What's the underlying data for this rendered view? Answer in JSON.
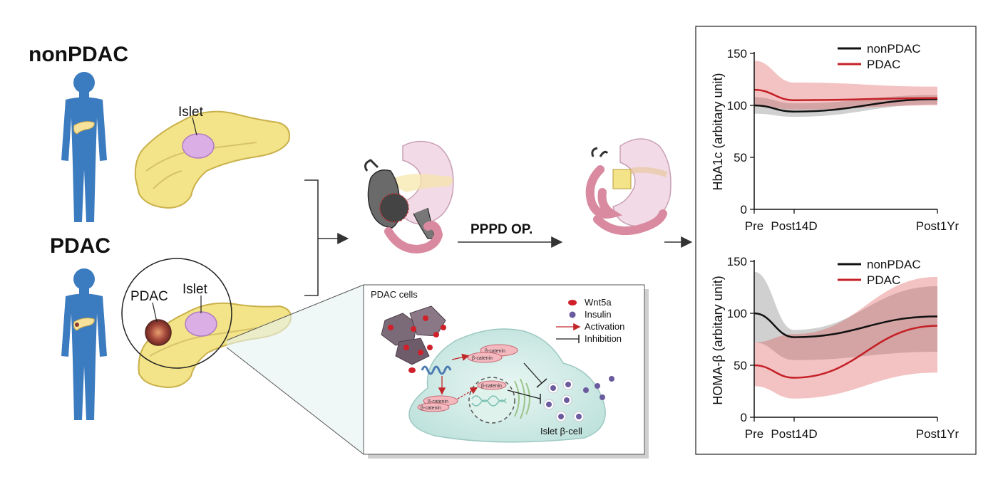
{
  "labels": {
    "nonpdac_title": "nonPDAC",
    "pdac_title": "PDAC",
    "islet_top": "Islet",
    "islet_bottom": "Islet",
    "pdac_tumor": "PDAC",
    "procedure": "PPPD OP."
  },
  "inset": {
    "title": "PDAC cells",
    "legend": [
      {
        "label": "Wnt5a",
        "color": "#d0202a"
      },
      {
        "label": "Insulin",
        "color": "#6a5a9e"
      },
      {
        "label": "Activation",
        "color": "#c0282a"
      },
      {
        "label": "Inhibition",
        "color": "#222222"
      }
    ],
    "beta_catenin": "β-catenin",
    "cell_label": "Islet β-cell"
  },
  "charts": {
    "legend": [
      "nonPDAC",
      "PDAC"
    ],
    "colors": {
      "nonPDAC": "#111111",
      "PDAC": "#c42026"
    },
    "x_ticks": [
      "Pre",
      "Post14D",
      "Post1Yr"
    ]
  },
  "chart_data": [
    {
      "type": "line",
      "ylabel": "HbA1c (arbitary unit)",
      "x": [
        "Pre",
        "Post14D",
        "Post1Yr"
      ],
      "ylim": [
        0,
        150
      ],
      "yticks": [
        0,
        50,
        100,
        150
      ],
      "series": [
        {
          "name": "nonPDAC",
          "values": [
            100,
            94,
            106
          ],
          "lower": [
            92,
            89,
            101
          ],
          "upper": [
            108,
            102,
            110
          ]
        },
        {
          "name": "PDAC",
          "values": [
            115,
            105,
            107
          ],
          "lower": [
            100,
            96,
            100
          ],
          "upper": [
            143,
            122,
            118
          ]
        }
      ]
    },
    {
      "type": "line",
      "ylabel": "HOMA-β (arbitary unit)",
      "x": [
        "Pre",
        "Post14D",
        "Post1Yr"
      ],
      "ylim": [
        0,
        150
      ],
      "yticks": [
        0,
        50,
        100,
        150
      ],
      "series": [
        {
          "name": "nonPDAC",
          "values": [
            100,
            77,
            97
          ],
          "lower": [
            72,
            55,
            63
          ],
          "upper": [
            140,
            84,
            126
          ]
        },
        {
          "name": "PDAC",
          "values": [
            50,
            38,
            88
          ],
          "lower": [
            30,
            18,
            43
          ],
          "upper": [
            72,
            80,
            135
          ]
        }
      ]
    }
  ]
}
